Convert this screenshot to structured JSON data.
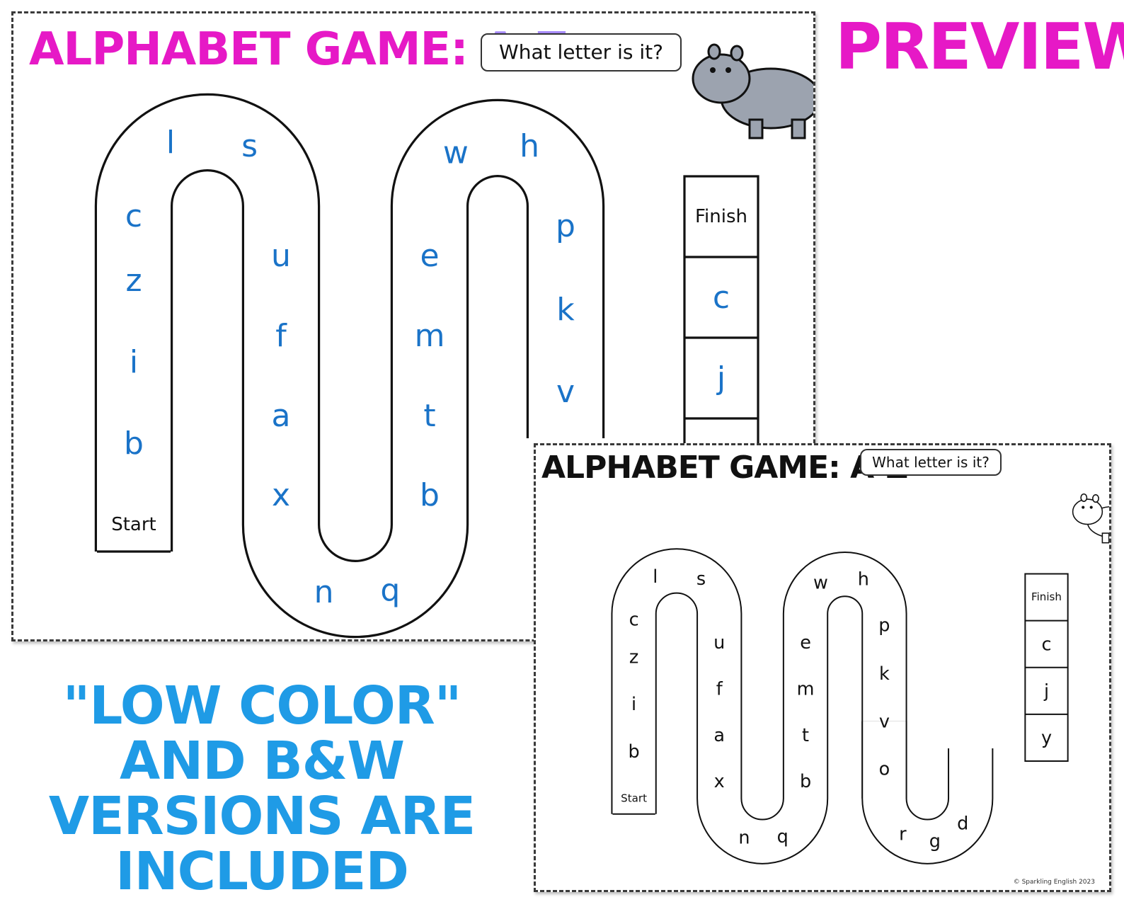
{
  "color_card": {
    "title_part1": "ALPHABET GAME:",
    "title_part2": "A-Z",
    "bubble": "What letter is it?",
    "start": "Start",
    "finish": "Finish",
    "letter_color": "#1a73c8",
    "path_letters": [
      "b",
      "i",
      "z",
      "c",
      "l",
      "s",
      "u",
      "f",
      "a",
      "x",
      "n",
      "q",
      "b",
      "t",
      "m",
      "e",
      "w",
      "h",
      "p",
      "k",
      "v"
    ],
    "finish_column_letters": [
      "c",
      "j"
    ]
  },
  "bw_card": {
    "title": "ALPHABET GAME: A-Z",
    "bubble": "What letter is it?",
    "start": "Start",
    "finish": "Finish",
    "path_letters": [
      "b",
      "i",
      "z",
      "c",
      "l",
      "s",
      "u",
      "f",
      "a",
      "x",
      "n",
      "q",
      "b",
      "t",
      "m",
      "e",
      "w",
      "h",
      "p",
      "k",
      "v",
      "o",
      "r",
      "g",
      "d"
    ],
    "finish_column_letters": [
      "c",
      "j",
      "y"
    ],
    "copyright": "© Sparkling English 2023"
  },
  "preview_heading": "PREVIEW:",
  "note": "\"LOW COLOR\" AND B&W VERSIONS ARE INCLUDED",
  "colors": {
    "magenta": "#e619c6",
    "lavender": "#a78bfa",
    "blue_text": "#1f9be6",
    "hippo_gray": "#9ca3af"
  }
}
